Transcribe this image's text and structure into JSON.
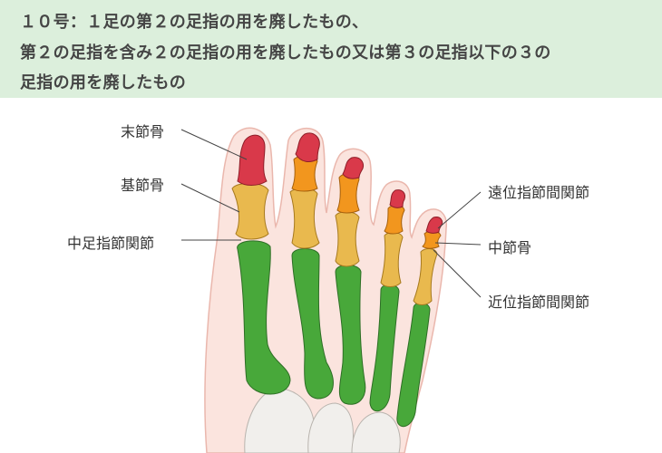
{
  "header": {
    "lines": [
      "１０号：１足の第２の足指の用を廃したもの、",
      "第２の足指を含み２の足指の用を廃したもの又は第３の足指以下の３の",
      "足指の用を廃したもの"
    ]
  },
  "labels": {
    "distal_phalanx": "末節骨",
    "proximal_phalanx": "基節骨",
    "mtp_joint": "中足指節関節",
    "dip_joint": "遠位指節間関節",
    "middle_phalanx": "中節骨",
    "pip_joint": "近位指節間関節"
  },
  "colors": {
    "header_bg": "#dcefdc",
    "distal": "#d9394a",
    "middle": "#f2961e",
    "proximal": "#e9b94e",
    "metatarsal": "#48a83a",
    "skin": "#fbe4de"
  }
}
